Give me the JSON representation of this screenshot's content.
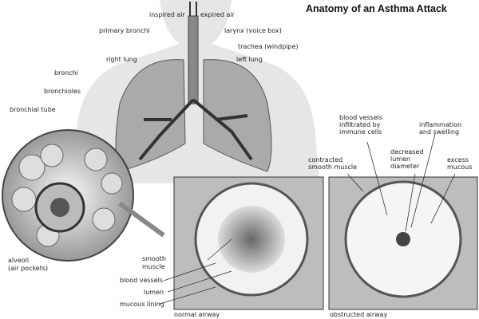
{
  "title": "Anatomy of an Asthma Attack",
  "labels": {
    "inspired_air": "inspired air",
    "expired_air": "expired air",
    "primary_bronchi": "primary bronchi",
    "larynx": "larynx (voice box)",
    "trachea": "trachea (windpipe)",
    "right_lung": "right lung",
    "left_lung": "left lung",
    "bronchi": "bronchi",
    "bronchioles": "bronchioles",
    "bronchial_tube": "bronchial tube",
    "alveoli": "alveoli",
    "air_pockets": "(air pockets)",
    "smooth_muscle": "smooth",
    "smooth_muscle2": "muscle",
    "blood_vessels": "blood vessels",
    "lumen": "lumen",
    "mucous_lining": "mucous lining",
    "normal_airway": "normal airway",
    "obstructed_airway": "obstructed airway",
    "bv_infiltrated": [
      "blood vessels",
      "infiltrated by",
      "immune cells"
    ],
    "inflammation": [
      "inflammation",
      "and swelling"
    ],
    "contracted": [
      "contracted",
      "smooth muscle"
    ],
    "decreased": [
      "decreased",
      "lumen",
      "diameter"
    ],
    "excess": [
      "excess",
      "mucous"
    ]
  }
}
